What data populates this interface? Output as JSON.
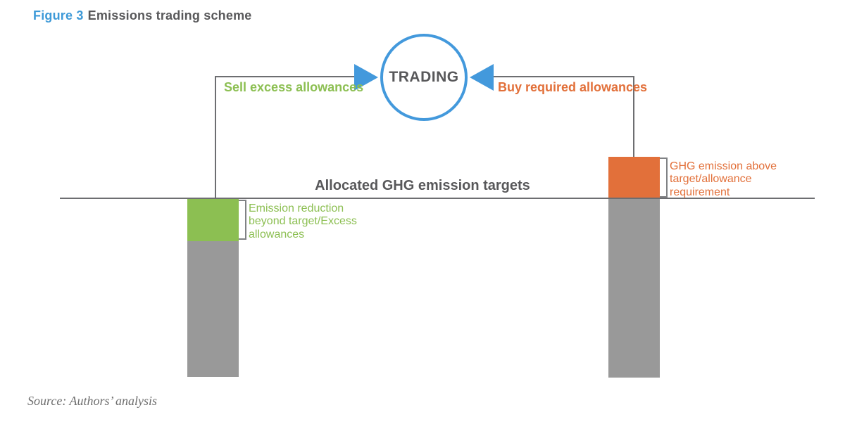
{
  "title": {
    "figure_label": "Figure 3",
    "text": "Emissions trading scheme"
  },
  "diagram": {
    "trading_node_label": "TRADING",
    "sell_flow_label": "Sell excess allowances",
    "buy_flow_label": "Buy required allowances",
    "target_line_label": "Allocated GHG emission targets",
    "left_bar_annotation": "Emission reduction beyond target/Excess allowances",
    "right_bar_annotation": "GHG emission above target/allowance requirement"
  },
  "source": "Source: Authors’ analysis",
  "colors": {
    "accent_blue": "#4399dc",
    "excess_green": "#8cbf52",
    "deficit_orange": "#e2703a",
    "bar_gray": "#999999",
    "line_gray": "#6d6e71",
    "text_dark": "#58585a"
  }
}
